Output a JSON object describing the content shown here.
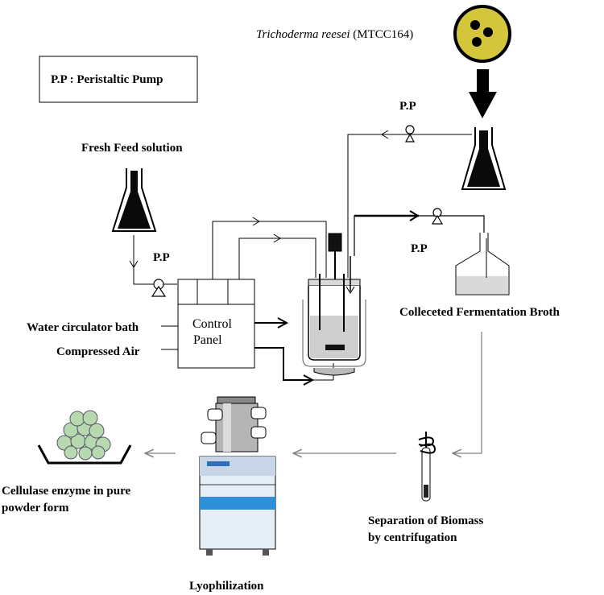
{
  "organism": {
    "name": "Trichoderma reesei",
    "strain": " (MTCC164)"
  },
  "legend": {
    "text": "P.P : Peristaltic Pump"
  },
  "labels": {
    "fresh_feed": "Fresh Feed solution",
    "pp_top": "P.P",
    "pp_feed": "P.P",
    "pp_broth": "P.P",
    "water_bath": "Water circulator bath",
    "compressed_air": "Compressed Air",
    "control_line1": "Control",
    "control_line2": "Panel",
    "broth": "Colleceted Fermentation Broth",
    "separation_line1": "Separation of Biomass",
    "separation_line2": "by centrifugation",
    "lyophilization": "Lyophilization",
    "product_line1": "Cellulase enzyme in pure",
    "product_line2": "powder form"
  },
  "colors": {
    "flask_fill": "#0a0a0a",
    "culture_disk": "#d4c63a",
    "broth_fill": "#d9d9d9",
    "lyo_blue": "#2f8fd8",
    "lyo_light": "#e6eef8",
    "enzyme_green": "#b7d9b0",
    "arrow_gray": "#7f7f7f"
  }
}
